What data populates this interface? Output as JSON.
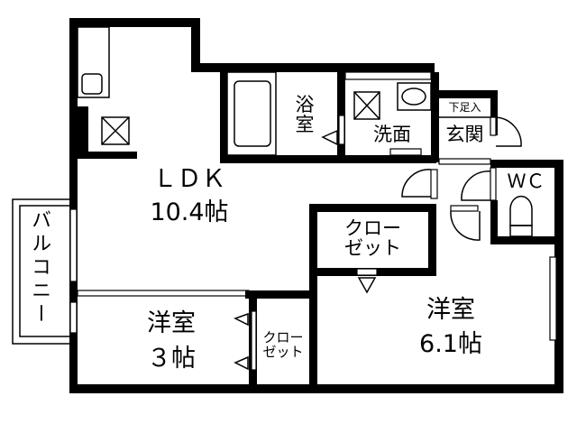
{
  "floorplan": {
    "rooms": {
      "ldk": {
        "name": "ＬＤＫ",
        "size": "10.4帖"
      },
      "western_room_small": {
        "name": "洋室",
        "size": "３帖"
      },
      "western_room_large": {
        "name": "洋室",
        "size": "6.1帖"
      },
      "bathroom": {
        "name": "浴\n室"
      },
      "washroom": {
        "name": "洗面"
      },
      "entrance": {
        "name": "玄関",
        "shoe_area": "下足入"
      },
      "toilet": {
        "name": "ＷＣ"
      },
      "closet_main": {
        "name": "クロー\nゼット"
      },
      "closet_small": {
        "name": "クロー\nゼット"
      },
      "balcony": {
        "name": "バルコニー"
      }
    },
    "colors": {
      "wall": "#000000",
      "background": "#ffffff"
    }
  }
}
